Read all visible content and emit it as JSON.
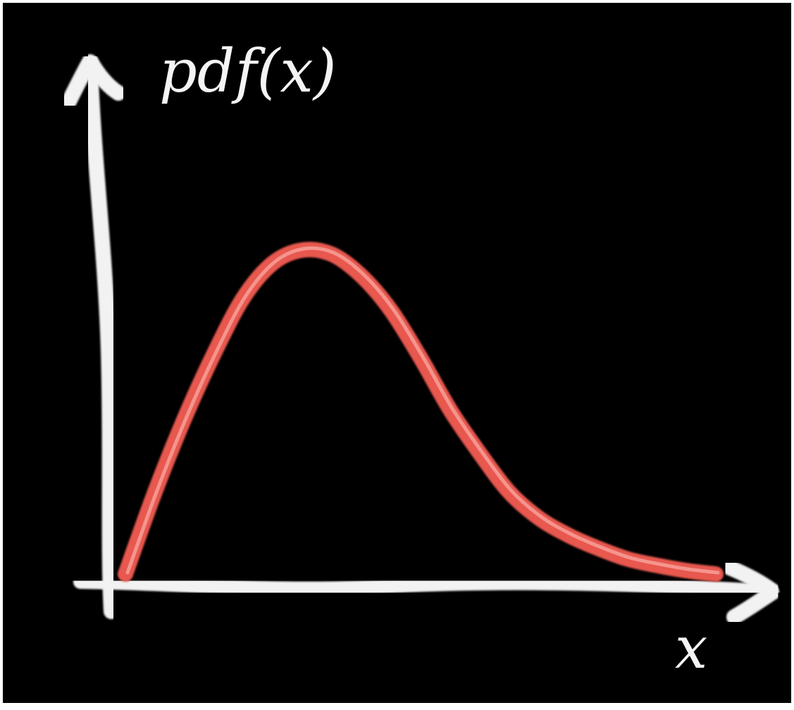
{
  "chart_data": {
    "type": "line",
    "title": "",
    "xlabel": "x",
    "ylabel": "pdf(x)",
    "grid": false,
    "legend": "none",
    "axis_ticks": "none",
    "xlim": [
      0,
      10
    ],
    "ylim": [
      0,
      10
    ],
    "series": [
      {
        "color": "#e8584f",
        "x": [
          0.0,
          0.5,
          1.0,
          1.5,
          2.0,
          2.5,
          3.0,
          3.5,
          4.0,
          4.5,
          5.0,
          5.5,
          6.0,
          6.5,
          7.0,
          7.5,
          8.0,
          8.5,
          9.0,
          9.5,
          10.0
        ],
        "y": [
          0.0,
          1.9,
          3.6,
          5.1,
          6.4,
          7.2,
          7.5,
          7.4,
          6.9,
          6.1,
          5.0,
          3.8,
          2.8,
          1.9,
          1.3,
          0.9,
          0.6,
          0.35,
          0.2,
          0.08,
          0.0
        ]
      }
    ]
  },
  "colors": {
    "background": "#000000",
    "frame": "#ffffff",
    "axes": "#f2f2f2",
    "curve": "#e8584f",
    "curve_highlight": "#ffc9c1"
  }
}
